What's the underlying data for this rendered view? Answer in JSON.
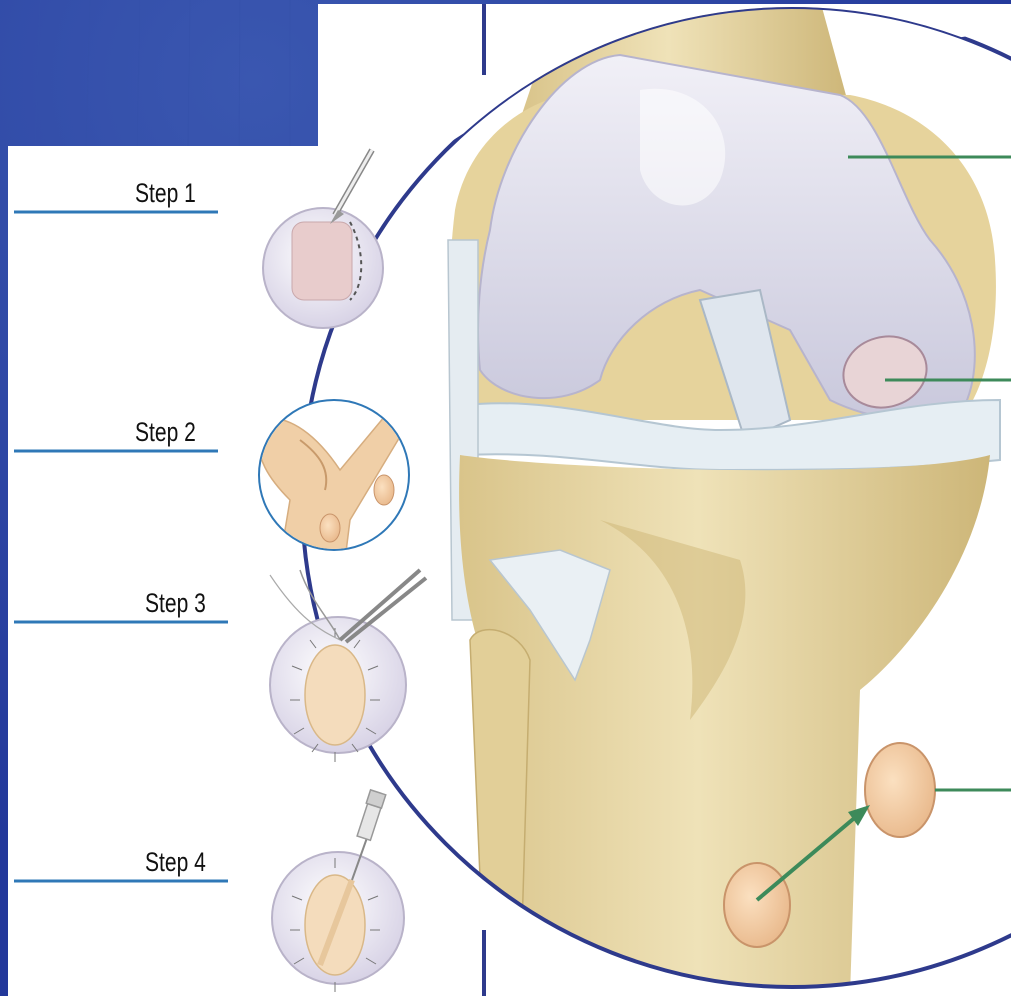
{
  "steps": [
    {
      "label": "Step 1"
    },
    {
      "label": "Step 2"
    },
    {
      "label": "Step 3"
    },
    {
      "label": "Step 4"
    }
  ],
  "colors": {
    "background": "#2a3f9a",
    "panel": "#ffffff",
    "lens_border": "#2e3a8c",
    "step_rule": "#2f78b7",
    "leader_line": "#3d8a5a",
    "bone": "#e9d9a6",
    "cartilage": "#e3e2ee",
    "graft": "#f3c79c"
  },
  "icons": [
    "biopsy-scalpel-icon",
    "harvest-site-icon",
    "suture-forceps-icon",
    "cell-injection-syringe-icon"
  ]
}
